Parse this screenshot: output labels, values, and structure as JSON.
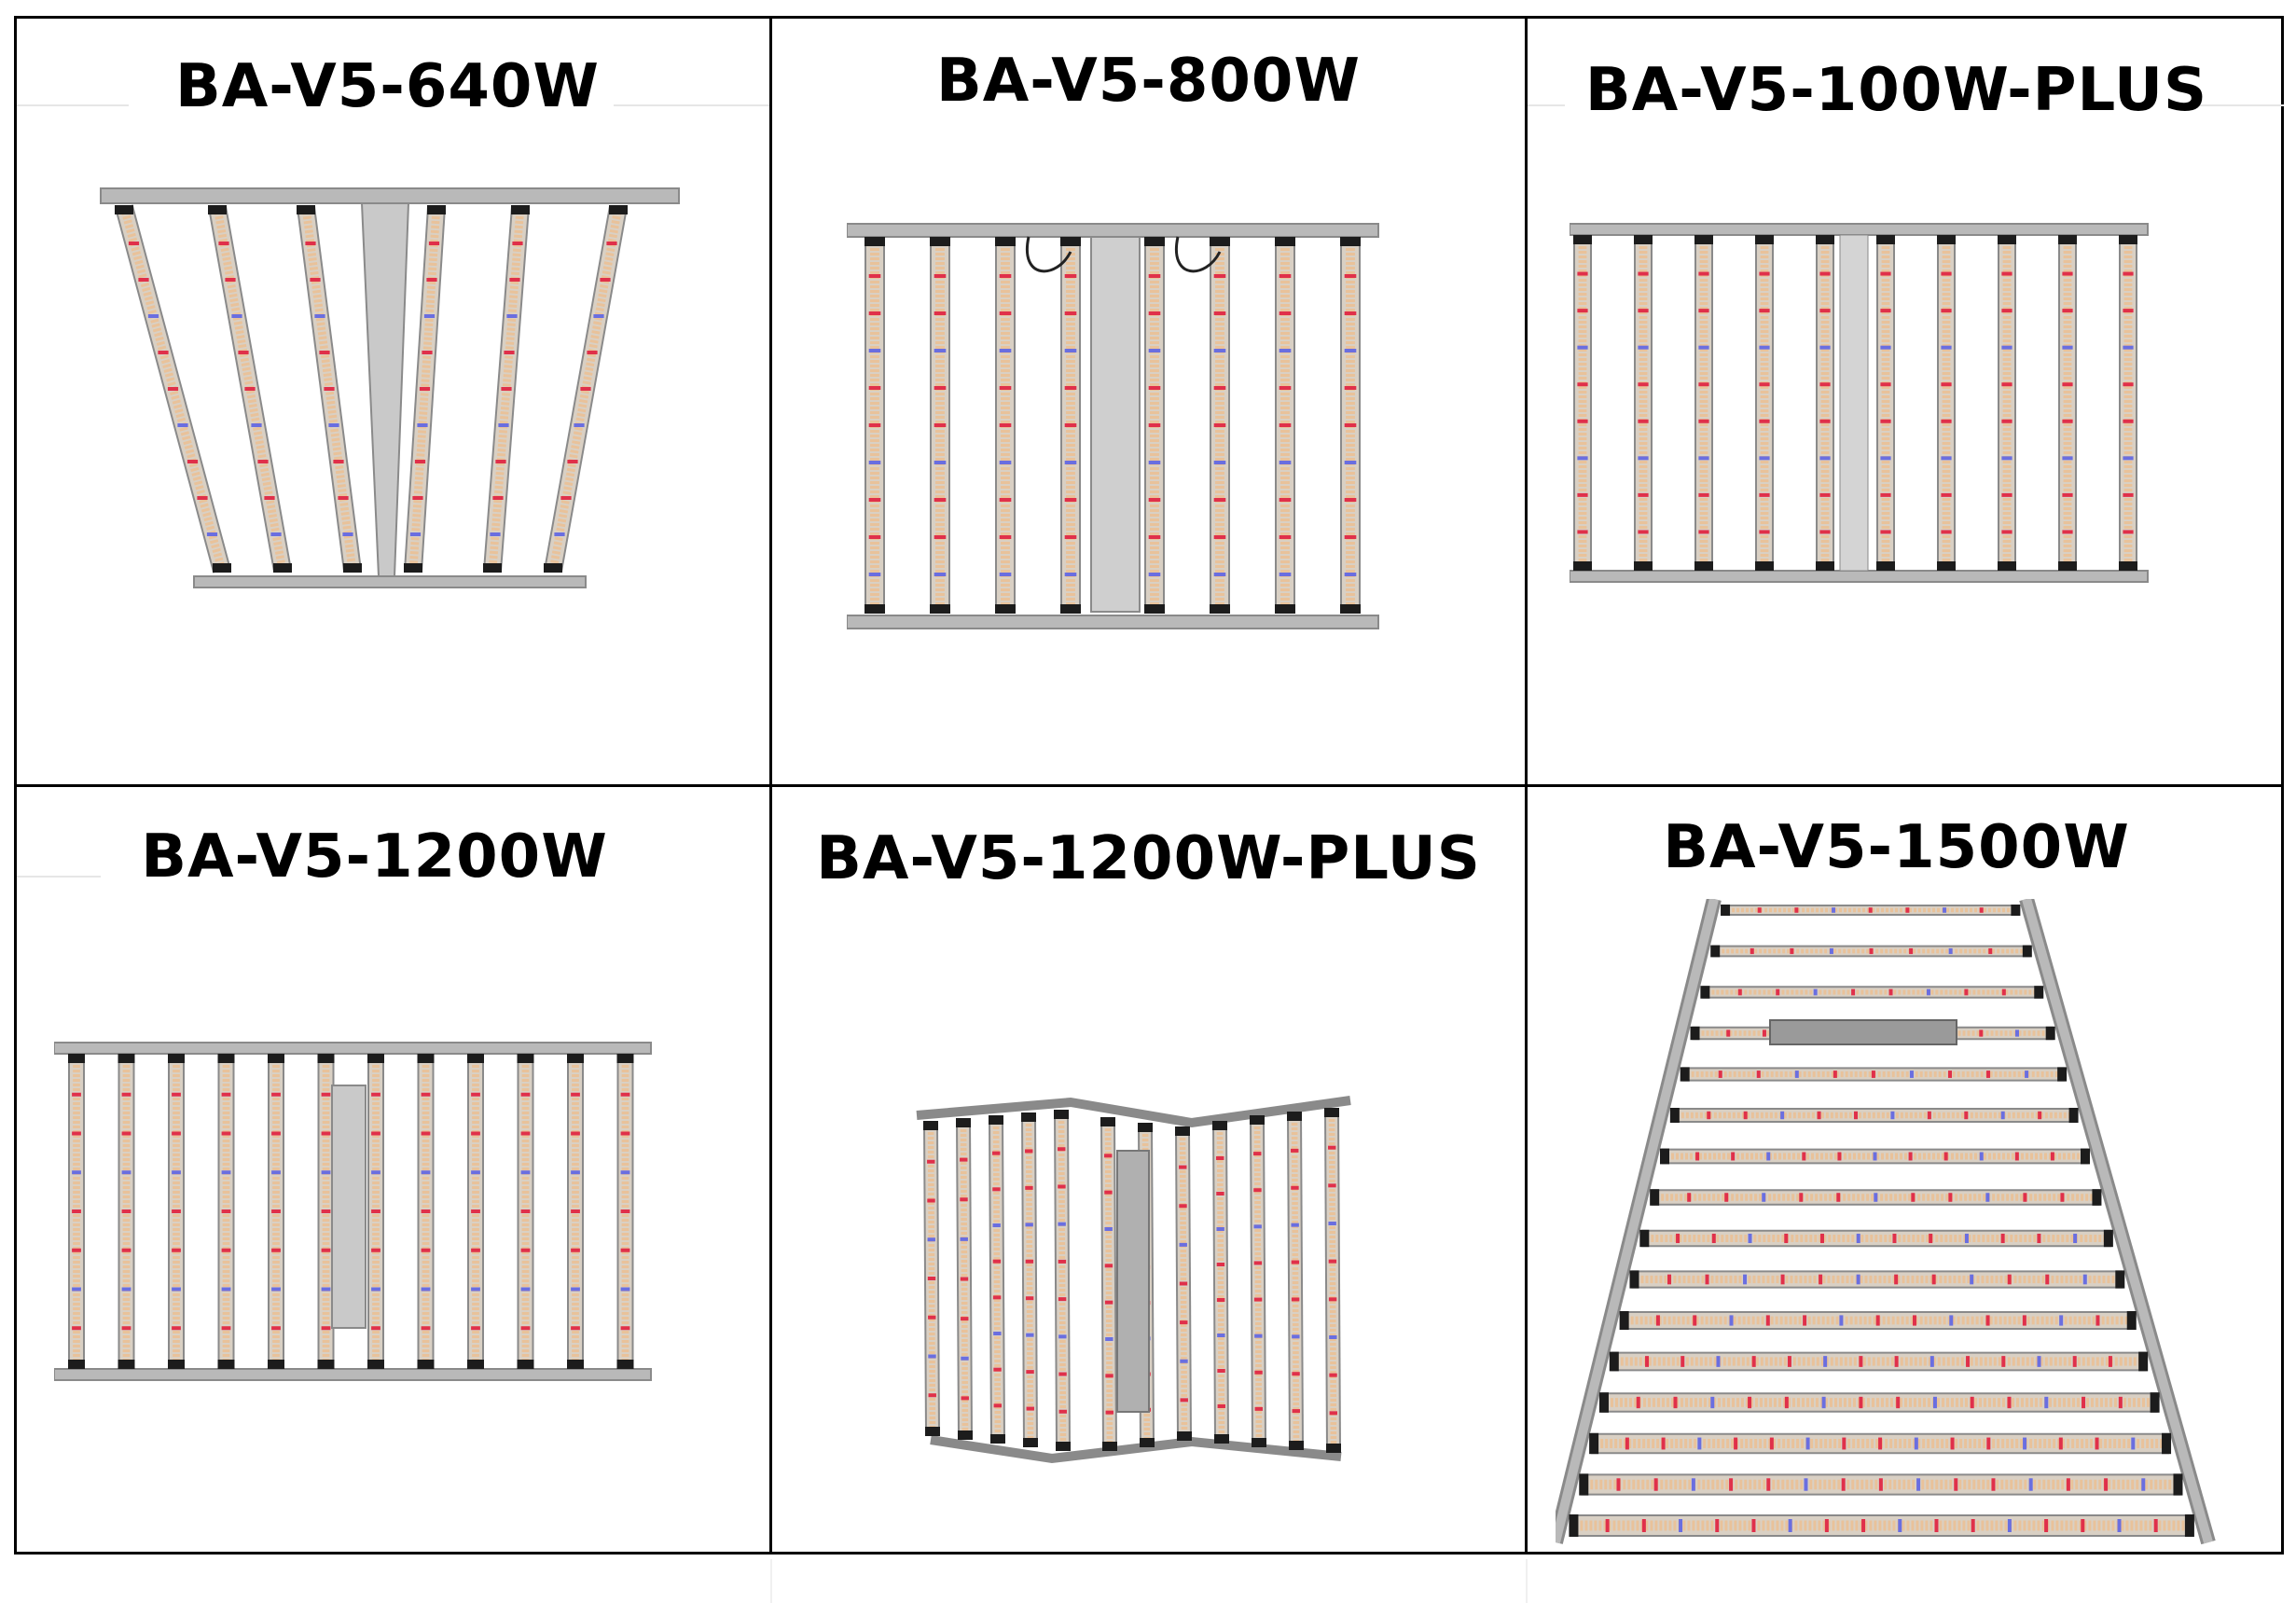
{
  "products": [
    {
      "model": "BA-V5-640W"
    },
    {
      "model": "BA-V5-800W"
    },
    {
      "model": "BA-V5-100W-PLUS"
    },
    {
      "model": "BA-V5-1200W"
    },
    {
      "model": "BA-V5-1200W-PLUS"
    },
    {
      "model": "BA-V5-1500W"
    }
  ],
  "colors": {
    "frame": "#b9b9b9",
    "frame_dark": "#8a8a8a",
    "bar": "#d9d0c4",
    "led_warm": "#e9c29a",
    "led_red": "#e0304a",
    "led_blue": "#6a6ee0",
    "cap": "#1c1c1c"
  }
}
